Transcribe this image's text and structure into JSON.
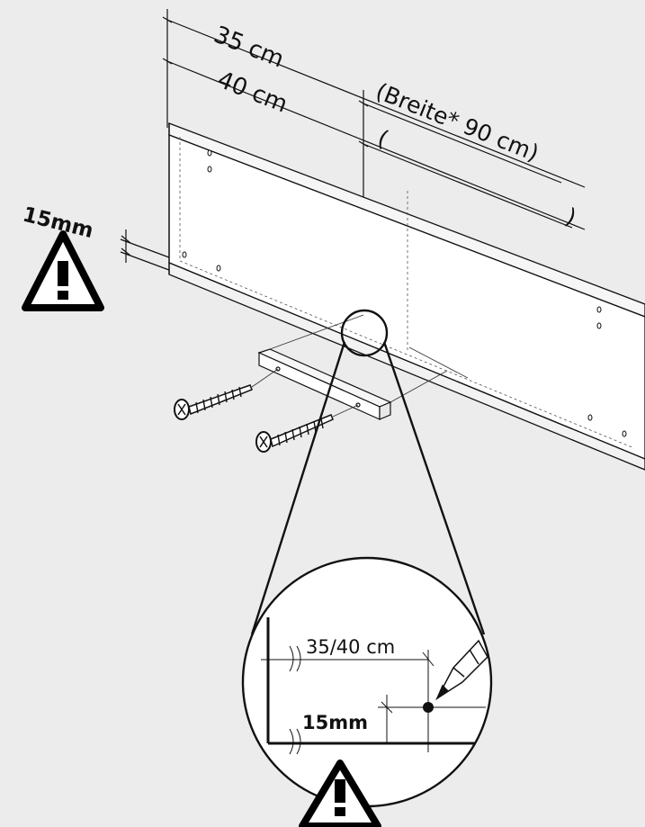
{
  "dimensions": {
    "width_35": "35 cm",
    "width_40": "40 cm",
    "breite_open": "(Breite* 90 cm)",
    "bracket_open": "(",
    "bracket_close": ")",
    "thickness": "15mm"
  },
  "detail": {
    "measure": "35/40 cm",
    "thickness": "15mm"
  },
  "warning_symbols": [
    "warning-triangle-icon",
    "warning-triangle-icon"
  ]
}
